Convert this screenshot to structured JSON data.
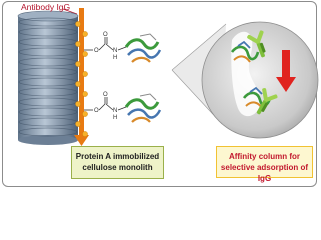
{
  "labels": {
    "antibody": "Antibody IgG",
    "monolith_line1": "Protein A immobilized",
    "monolith_line2": "cellulose monolith",
    "affinity_line1": "Affinity column for",
    "affinity_line2": "selective adsorption of IgG"
  },
  "chem": {
    "o": "O",
    "n": "N",
    "h": "H"
  },
  "colors": {
    "arrow_flow": "#e87a12",
    "arrow_down": "#e0231f",
    "column": "#8fa3b8",
    "protein_green": "#3c9a3c",
    "protein_blue": "#4676b0",
    "protein_orange": "#d88a2a",
    "box_left_bg": "#eef3c8",
    "box_right_border": "#f1c232",
    "title_red": "#b3122b"
  }
}
